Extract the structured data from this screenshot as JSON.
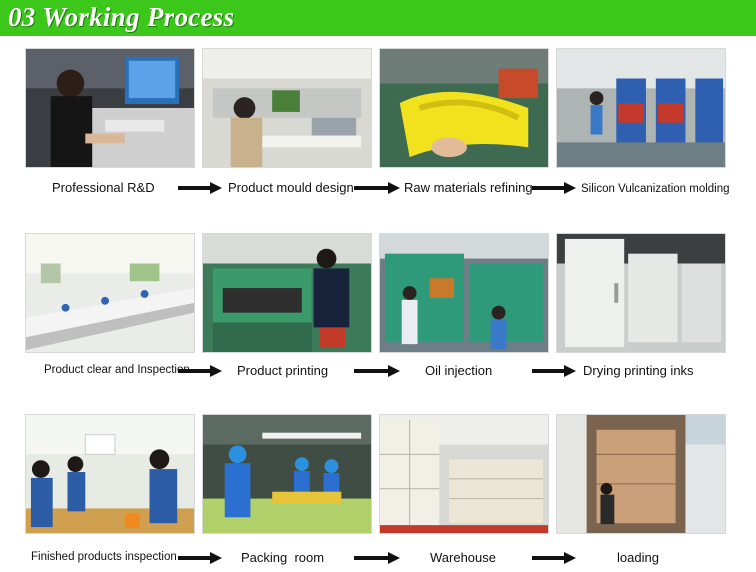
{
  "header": {
    "title": "03 Working Process"
  },
  "steps": [
    {
      "label": "Professional R&D"
    },
    {
      "label": "Product mould design"
    },
    {
      "label": "Raw materials refining"
    },
    {
      "label": "Silicon Vulcanization molding"
    },
    {
      "label": "Product clear and Inspection"
    },
    {
      "label": "Product printing"
    },
    {
      "label": "Oil injection"
    },
    {
      "label": "Drying printing inks"
    },
    {
      "label": "Finished products inspection"
    },
    {
      "label": "Packing  room"
    },
    {
      "label": "Warehouse"
    },
    {
      "label": "loading"
    }
  ],
  "colors": {
    "header_bg": "#3cc81a",
    "arrow": "#111111"
  }
}
